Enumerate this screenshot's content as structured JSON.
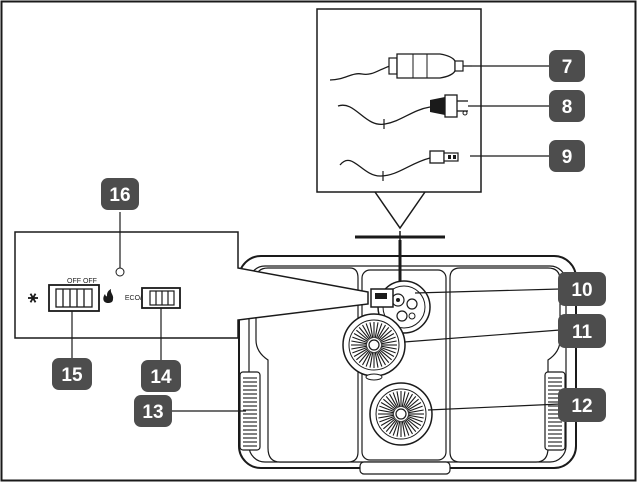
{
  "callouts": [
    {
      "id": "7",
      "label": "7"
    },
    {
      "id": "8",
      "label": "8"
    },
    {
      "id": "9",
      "label": "9"
    },
    {
      "id": "10",
      "label": "10"
    },
    {
      "id": "11",
      "label": "11"
    },
    {
      "id": "12",
      "label": "12"
    },
    {
      "id": "13",
      "label": "13"
    },
    {
      "id": "14",
      "label": "14"
    },
    {
      "id": "15",
      "label": "15"
    },
    {
      "id": "16",
      "label": "16"
    }
  ],
  "switch_labels": {
    "mode_switch": "OFF OFF",
    "eco_switch": "ECO/MAX"
  },
  "icons": {
    "cool": "snowflake-icon",
    "heat": "flame-icon"
  },
  "colors": {
    "badge": "#4d4d4d",
    "line": "#1a1a1a",
    "background": "#ffffff"
  }
}
